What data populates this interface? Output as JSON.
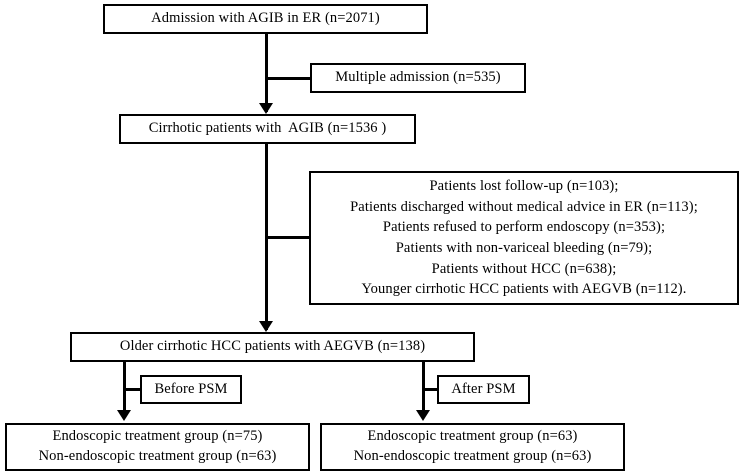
{
  "figure": {
    "type": "flowchart",
    "title": "Patient selection flow diagram",
    "orientation": "top-to-bottom"
  },
  "nodes": {
    "admission": {
      "id": "admission",
      "label": "Admission with AGIB in ER (n=2071)",
      "count": 2071
    },
    "multiple_admission": {
      "id": "multiple-admission",
      "label": "Multiple admission (n=535)",
      "count": 535
    },
    "cirrhotic": {
      "id": "cirrhotic-agib",
      "label": "Cirrhotic patients with  AGIB (n=1536 )",
      "count": 1536
    },
    "exclusions": {
      "id": "exclusion-criteria",
      "lines": [
        "Patients lost follow-up (n=103);",
        "Patients discharged without medical advice in ER (n=113);",
        "Patients refused to perform endoscopy (n=353);",
        "Patients with non-variceal bleeding (n=79);",
        "Patients without HCC (n=638);",
        "Younger cirrhotic HCC patients with AEGVB (n=112)."
      ],
      "counts": [
        103,
        113,
        353,
        79,
        638,
        112
      ]
    },
    "older_hcc": {
      "id": "older-cirrhotic-hcc",
      "label": "Older cirrhotic HCC patients with AEGVB (n=138)",
      "count": 138
    },
    "before_psm": {
      "id": "before-psm",
      "label": "Before PSM"
    },
    "after_psm": {
      "id": "after-psm",
      "label": "After PSM"
    },
    "group_before": {
      "id": "groups-before-psm",
      "lines": [
        "Endoscopic treatment group (n=75)",
        "Non-endoscopic treatment group (n=63)"
      ],
      "counts": [
        75,
        63
      ]
    },
    "group_after": {
      "id": "groups-after-psm",
      "lines": [
        "Endoscopic treatment group (n=63)",
        "Non-endoscopic treatment group (n=63)"
      ],
      "counts": [
        63,
        63
      ]
    }
  },
  "colors": {
    "stroke": "#000000",
    "fill": "#ffffff",
    "text": "#000000"
  }
}
